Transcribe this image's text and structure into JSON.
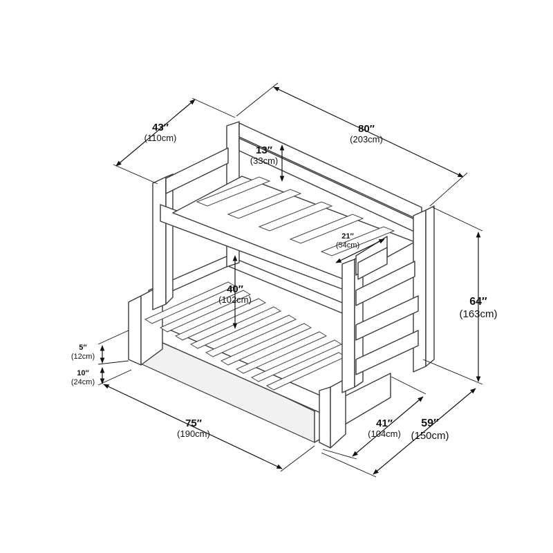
{
  "dimensions": {
    "length_top": {
      "main": "80″",
      "sub": "(203cm)"
    },
    "width_top": {
      "main": "43″",
      "sub": "(110cm)"
    },
    "guardrail": {
      "main": "13″",
      "sub": "(33cm)"
    },
    "ladder_gap": {
      "main": "21″",
      "sub": "(54cm)"
    },
    "clearance": {
      "main": "40″",
      "sub": "(102cm)"
    },
    "height": {
      "main": "64″",
      "sub": "(163cm)"
    },
    "trundle_rail": {
      "main": "5″",
      "sub": "(12cm)"
    },
    "trundle_height": {
      "main": "10″",
      "sub": "(24cm)"
    },
    "length_bottom": {
      "main": "75″",
      "sub": "(190cm)"
    },
    "width_bottom": {
      "main": "41″",
      "sub": "(104cm)"
    },
    "width_total": {
      "main": "59″",
      "sub": "(150cm)"
    }
  },
  "colors": {
    "line": "#3a3a3a",
    "fill": "#ffffff",
    "shade": "#f1f1f1",
    "text": "#111111"
  }
}
